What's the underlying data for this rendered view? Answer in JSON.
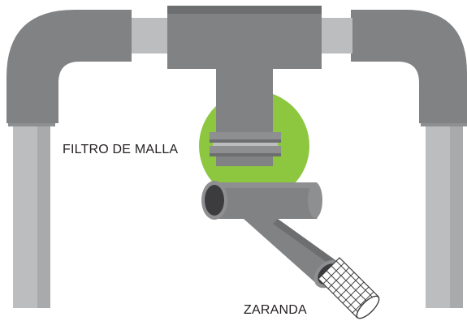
{
  "colors": {
    "pipe_dark": "#818284",
    "pipe_mid": "#8e8f91",
    "pipe_light": "#bcbdbf",
    "pipe_shade": "#6d6e70",
    "highlight": "#8dc63f",
    "outline": "#3c3c3e",
    "label_text": "#231f20"
  },
  "labels": {
    "mesh_filter": "FILTRO DE MALLA",
    "sieve": "ZARANDA"
  },
  "icons": {
    "pipe_network": "piping-schematic",
    "filter": "mesh-filter-icon",
    "sieve": "sieve-screen-icon"
  }
}
